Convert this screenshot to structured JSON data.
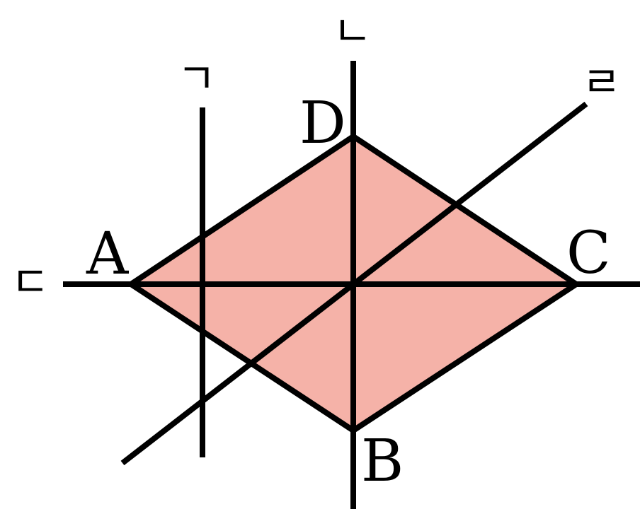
{
  "colors": {
    "fill": "#f5b2a8",
    "stroke": "#000000",
    "background": "#ffffff"
  },
  "figure": {
    "shape": "rhombus ABCD",
    "points": {
      "A": "A",
      "B": "B",
      "C": "C",
      "D": "D"
    },
    "lines": {
      "giyeok": "ㄱ",
      "nieun": "ㄴ",
      "digeut": "ㄷ",
      "rieul": "ㄹ"
    }
  }
}
